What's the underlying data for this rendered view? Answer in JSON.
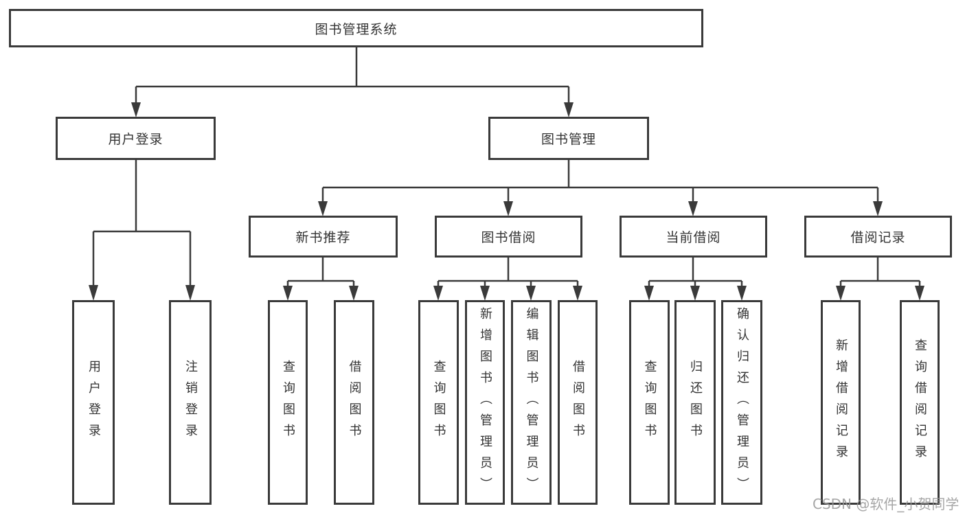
{
  "diagram": {
    "root": {
      "label": "图书管理系统"
    },
    "user_login": {
      "label": "用户登录",
      "children": [
        {
          "label": "用户登录"
        },
        {
          "label": "注销登录"
        }
      ]
    },
    "book_mgmt": {
      "label": "图书管理",
      "children": [
        {
          "label": "新书推荐",
          "children": [
            {
              "label": "查询图书"
            },
            {
              "label": "借阅图书"
            }
          ]
        },
        {
          "label": "图书借阅",
          "children": [
            {
              "label": "查询图书"
            },
            {
              "label": "新增图书（管理员）"
            },
            {
              "label": "编辑图书（管理员）"
            },
            {
              "label": "借阅图书"
            }
          ]
        },
        {
          "label": "当前借阅",
          "children": [
            {
              "label": "查询图书"
            },
            {
              "label": "归还图书"
            },
            {
              "label": "确认归还（管理员）"
            }
          ]
        },
        {
          "label": "借阅记录",
          "children": [
            {
              "label": "新增借阅记录"
            },
            {
              "label": "查询借阅记录"
            }
          ]
        }
      ]
    },
    "line_color": "#3a3a3a"
  },
  "watermark": {
    "text": "CSDN @软件_小贺同学"
  }
}
